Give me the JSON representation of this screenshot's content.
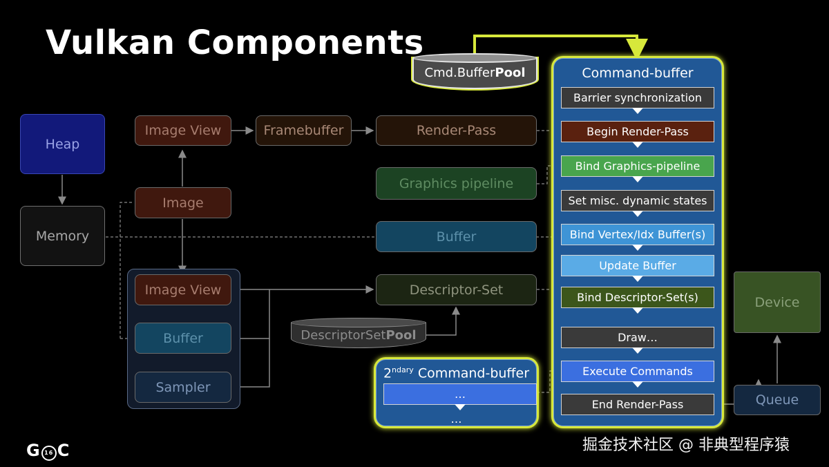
{
  "title": "Vulkan Components",
  "left_nodes": {
    "heap": "Heap",
    "memory": "Memory",
    "image_view_top": "Image View",
    "image": "Image",
    "framebuffer": "Framebuffer",
    "render_pass": "Render-Pass",
    "graphics_pipeline": "Graphics pipeline",
    "buffer_mid": "Buffer",
    "descriptor_set": "Descriptor-Set",
    "group_image_view": "Image View",
    "group_buffer": "Buffer",
    "group_sampler": "Sampler"
  },
  "pools": {
    "cmd_pool_a": "Cmd.Buffer ",
    "cmd_pool_b": "Pool",
    "desc_pool_a": "DescriptorSet ",
    "desc_pool_b": "Pool"
  },
  "command_buffer": {
    "title": "Command-buffer",
    "commands": [
      {
        "label": "Barrier synchronization",
        "color": "#3a3a3a"
      },
      {
        "label": "Begin Render-Pass",
        "color": "#5a210f"
      },
      {
        "label": "Bind Graphics-pipeline",
        "color": "#49a54d"
      },
      {
        "label": "Set misc. dynamic states",
        "color": "#3a3a3a"
      },
      {
        "label": "Bind Vertex/Idx Buffer(s)",
        "color": "#3e94d6"
      },
      {
        "label": "Update Buffer",
        "color": "#5aabe6"
      },
      {
        "label": "Bind Descriptor-Set(s)",
        "color": "#3c561b"
      },
      {
        "label": "Draw…",
        "color": "#3a3a3a"
      },
      {
        "label": "Execute Commands",
        "color": "#3b6fe0"
      },
      {
        "label": "End Render-Pass",
        "color": "#3a3a3a"
      }
    ]
  },
  "secondary": {
    "sup": "2",
    "sup_text": "ndary",
    "title": " Command-buffer",
    "item": "…",
    "more": "…"
  },
  "right": {
    "device": "Device",
    "queue": "Queue"
  },
  "footer": {
    "gdc_left": "G",
    "gdc_ring": "16",
    "gdc_right": "C",
    "watermark": "掘金技术社区 @ 非典型程序猿"
  }
}
